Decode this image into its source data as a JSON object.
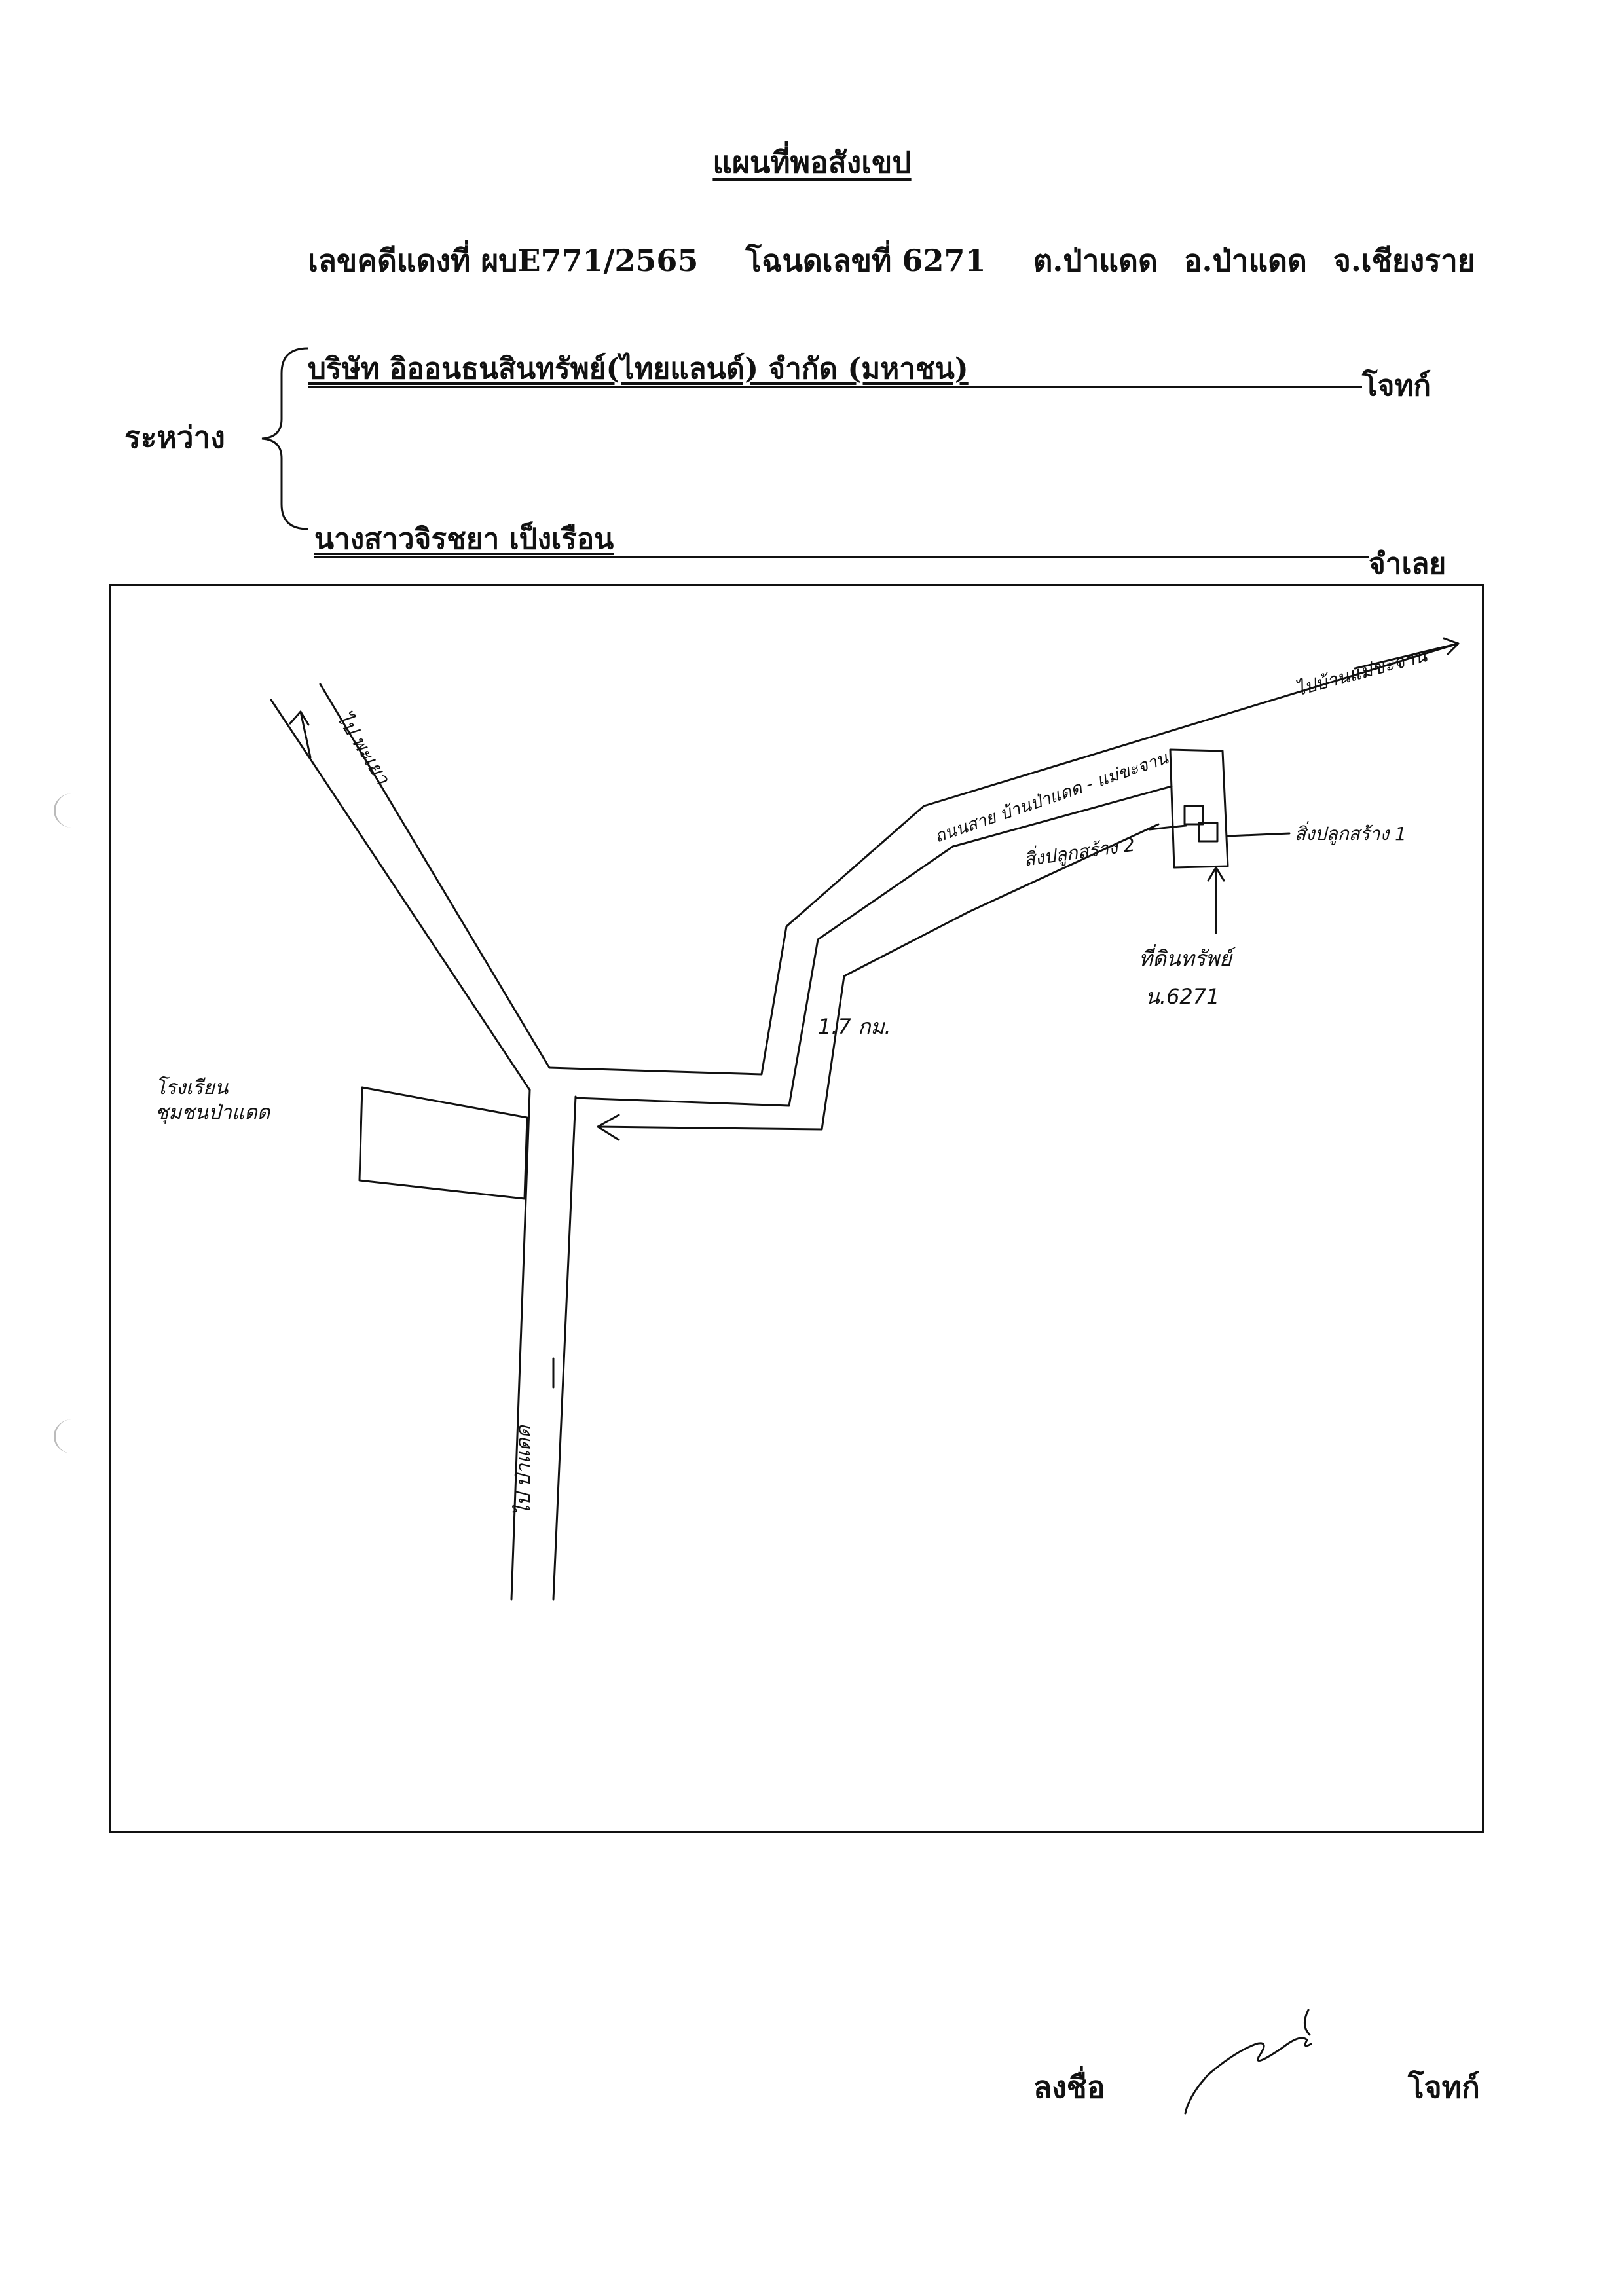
{
  "document": {
    "title": "แผนที่พอสังเขป",
    "case_no": "เลขคดีแดงที่ ผบE771/2565",
    "deed": "โฉนดเลขที่ 6271",
    "subdistrict": "ต.ป่าแดด",
    "district": "อ.ป่าแดด",
    "province": "จ.เชียงราย",
    "between_label": "ระหว่าง",
    "plaintiff": "บริษัท อิออนธนสินทรัพย์(ไทยแลนด์) จำกัด  (มหาชน)",
    "plaintiff_role": "โจทก์",
    "defendant": "นางสาวจิรชยา  เป็งเรือน",
    "defendant_role": "จำเลย"
  },
  "map": {
    "labels": {
      "north_road": "ไป พะเยา",
      "south_road": "ไป ป่าแดด",
      "school": "โรงเรียน\nชุมชนป่าแดด",
      "main_road": "ถนนสาย บ้านป่าแดด - แม่ขะจาน",
      "east_dest": "ไปบ้านแม่ขะจาน",
      "building2": "สิ่งปลูกสร้าง 2",
      "building1": "สิ่งปลูกสร้าง 1",
      "property": "ที่ดินทรัพย์",
      "deed_no": "น.6271",
      "distance": "1.7 กม."
    }
  },
  "signature": {
    "label": "ลงชื่อ",
    "role": "โจทก์"
  }
}
